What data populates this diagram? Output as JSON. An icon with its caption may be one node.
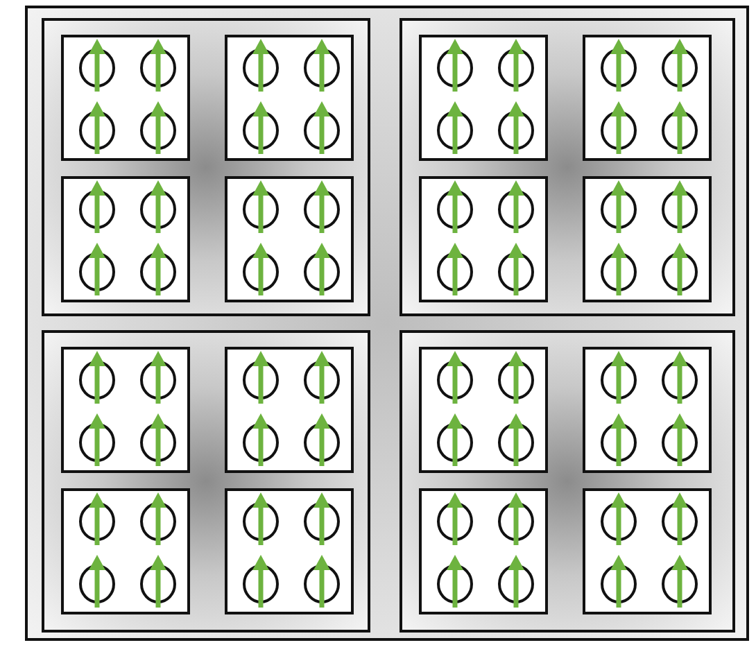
{
  "diagram": {
    "nodes": [
      {
        "text": [],
        "shape": "box"
      },
      {
        "text": [],
        "shape": "box",
        "in": 0
      },
      {
        "text": [],
        "shape": "box",
        "in": 1
      },
      {
        "text": [],
        "shape": "circle",
        "in": 2
      },
      {
        "text": [],
        "shape": "circle",
        "in": 2
      },
      {
        "text": [],
        "shape": "circle",
        "in": 2
      },
      {
        "text": [],
        "shape": "circle",
        "in": 2
      },
      {
        "text": [],
        "shape": "box",
        "in": 1
      },
      {
        "text": [],
        "shape": "circle",
        "in": 7
      },
      {
        "text": [],
        "shape": "circle",
        "in": 7
      },
      {
        "text": [],
        "shape": "circle",
        "in": 7
      },
      {
        "text": [],
        "shape": "circle",
        "in": 7
      },
      {
        "text": [],
        "shape": "box",
        "in": 1
      },
      {
        "text": [],
        "shape": "circle",
        "in": 12
      },
      {
        "text": [],
        "shape": "circle",
        "in": 12
      },
      {
        "text": [],
        "shape": "circle",
        "in": 12
      },
      {
        "text": [],
        "shape": "circle",
        "in": 12
      },
      {
        "text": [],
        "shape": "box",
        "in": 1
      },
      {
        "text": [],
        "shape": "circle",
        "in": 17
      },
      {
        "text": [],
        "shape": "circle",
        "in": 17
      },
      {
        "text": [],
        "shape": "circle",
        "in": 17
      },
      {
        "text": [],
        "shape": "circle",
        "in": 17
      },
      {
        "text": [],
        "shape": "box",
        "in": 0
      },
      {
        "text": [],
        "shape": "box",
        "in": 22
      },
      {
        "text": [],
        "shape": "circle",
        "in": 23
      },
      {
        "text": [],
        "shape": "circle",
        "in": 23
      },
      {
        "text": [],
        "shape": "circle",
        "in": 23
      },
      {
        "text": [],
        "shape": "circle",
        "in": 23
      },
      {
        "text": [],
        "shape": "box",
        "in": 22
      },
      {
        "text": [],
        "shape": "circle",
        "in": 28
      },
      {
        "text": [],
        "shape": "circle",
        "in": 28
      },
      {
        "text": [],
        "shape": "circle",
        "in": 28
      },
      {
        "text": [],
        "shape": "circle",
        "in": 28
      },
      {
        "text": [],
        "shape": "box",
        "in": 22
      },
      {
        "text": [],
        "shape": "circle",
        "in": 33
      },
      {
        "text": [],
        "shape": "circle",
        "in": 33
      },
      {
        "text": [],
        "shape": "circle",
        "in": 33
      },
      {
        "text": [],
        "shape": "circle",
        "in": 33
      },
      {
        "text": [],
        "shape": "box",
        "in": 22
      },
      {
        "text": [],
        "shape": "circle",
        "in": 38
      },
      {
        "text": [],
        "shape": "circle",
        "in": 38
      },
      {
        "text": [],
        "shape": "circle",
        "in": 38
      },
      {
        "text": [],
        "shape": "circle",
        "in": 38
      },
      {
        "text": [],
        "shape": "box",
        "in": 0
      },
      {
        "text": [],
        "shape": "box",
        "in": 43
      },
      {
        "text": [],
        "shape": "circle",
        "in": 44
      },
      {
        "text": [],
        "shape": "circle",
        "in": 44
      },
      {
        "text": [],
        "shape": "circle",
        "in": 44
      },
      {
        "text": [],
        "shape": "circle",
        "in": 44
      },
      {
        "text": [],
        "shape": "box",
        "in": 43
      },
      {
        "text": [],
        "shape": "circle",
        "in": 49
      },
      {
        "text": [],
        "shape": "circle",
        "in": 49
      },
      {
        "text": [],
        "shape": "circle",
        "in": 49
      },
      {
        "text": [],
        "shape": "circle",
        "in": 49
      },
      {
        "text": [],
        "shape": "box",
        "in": 43
      },
      {
        "text": [],
        "shape": "circle",
        "in": 54
      },
      {
        "text": [],
        "shape": "circle",
        "in": 54
      },
      {
        "text": [],
        "shape": "circle",
        "in": 54
      },
      {
        "text": [],
        "shape": "circle",
        "in": 54
      },
      {
        "text": [],
        "shape": "box",
        "in": 43
      },
      {
        "text": [],
        "shape": "circle",
        "in": 59
      },
      {
        "text": [],
        "shape": "circle",
        "in": 59
      },
      {
        "text": [],
        "shape": "circle",
        "in": 59
      },
      {
        "text": [],
        "shape": "circle",
        "in": 59
      },
      {
        "text": [],
        "shape": "box",
        "in": 0
      },
      {
        "text": [],
        "shape": "box",
        "in": 64
      },
      {
        "text": [],
        "shape": "circle",
        "in": 65
      },
      {
        "text": [],
        "shape": "circle",
        "in": 65
      },
      {
        "text": [],
        "shape": "circle",
        "in": 65
      },
      {
        "text": [],
        "shape": "circle",
        "in": 65
      },
      {
        "text": [],
        "shape": "box",
        "in": 64
      },
      {
        "text": [],
        "shape": "circle",
        "in": 70
      },
      {
        "text": [],
        "shape": "circle",
        "in": 70
      },
      {
        "text": [],
        "shape": "circle",
        "in": 70
      },
      {
        "text": [],
        "shape": "circle",
        "in": 70
      },
      {
        "text": [],
        "shape": "box",
        "in": 64
      },
      {
        "text": [],
        "shape": "circle",
        "in": 75
      },
      {
        "text": [],
        "shape": "circle",
        "in": 75
      },
      {
        "text": [],
        "shape": "circle",
        "in": 75
      },
      {
        "text": [],
        "shape": "circle",
        "in": 75
      },
      {
        "text": [],
        "shape": "box",
        "in": 64
      },
      {
        "text": [],
        "shape": "circle",
        "in": 80
      },
      {
        "text": [],
        "shape": "circle",
        "in": 80
      },
      {
        "text": [],
        "shape": "circle",
        "in": 80
      },
      {
        "text": [],
        "shape": "circle",
        "in": 80
      }
    ]
  }
}
